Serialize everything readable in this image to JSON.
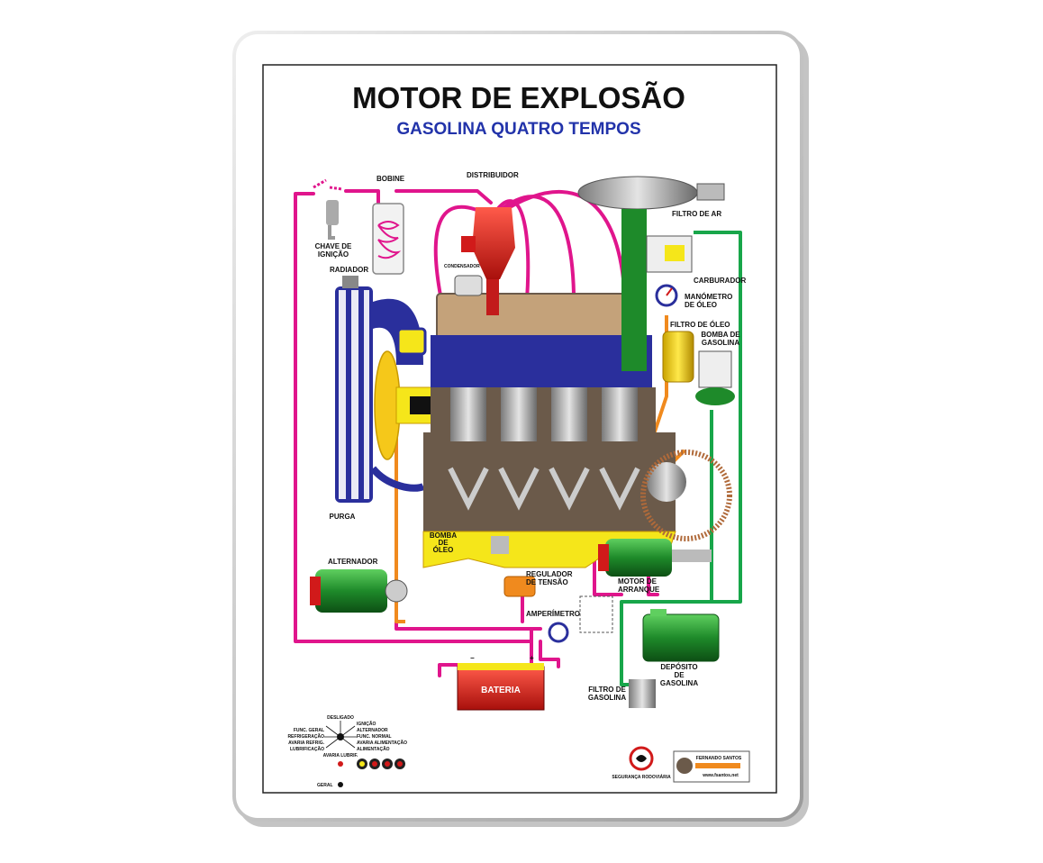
{
  "title": "MOTOR DE EXPLOSÃO",
  "subtitle": "GASOLINA   QUATRO TEMPOS",
  "labels": {
    "bobine": "BOBINE",
    "distribuidor": "DISTRIBUIDOR",
    "filtro_ar": "FILTRO DE AR",
    "chave_1": "CHAVE DE",
    "chave_2": "IGNIÇÃO",
    "condensador": "CONDENSADOR",
    "carburador": "CARBURADOR",
    "radiador": "RADIADOR",
    "manometro_1": "MANÓMETRO",
    "manometro_2": "DE ÓLEO",
    "filtro_oleo": "FILTRO DE ÓLEO",
    "bomba_gas_1": "BOMBA DE",
    "bomba_gas_2": "GASOLINA",
    "purga": "PURGA",
    "bomba_oleo_1": "BOMBA",
    "bomba_oleo_2": "DE",
    "bomba_oleo_3": "ÓLEO",
    "alternador": "ALTERNADOR",
    "regulador_1": "REGULADOR",
    "regulador_2": "DE TENSÃO",
    "motor_arranque_1": "MOTOR DE",
    "motor_arranque_2": "ARRANQUE",
    "amperimetro": "AMPERÍMETRO",
    "bateria": "BATERIA",
    "deposito_1": "DEPÓSITO",
    "deposito_2": "DE",
    "deposito_3": "GASOLINA",
    "filtro_gas_1": "FILTRO DE",
    "filtro_gas_2": "GASOLINA",
    "minus": "−",
    "plus": "+"
  },
  "dial": {
    "desligado": "DESLIGADO",
    "ignicao": "IGNIÇÃO",
    "func_geral": "FUNC. GERAL",
    "alternador": "ALTERNADOR",
    "refrigeracao": "REFRIGERAÇÃO",
    "func_normal": "FUNC. NORMAL",
    "avaria_refrig": "AVARIA REFRIG.",
    "avaria_alimentacao": "AVARIA ALIMENTAÇÃO",
    "lubrificacao": "LUBRIFICAÇÃO",
    "alimentacao": "ALIMENTAÇÃO",
    "avaria_lubrif": "AVARIA LUBRIF.",
    "geral": "GERAL"
  },
  "branding": {
    "logo_left_caption": "SEGURANÇA RODOVIÁRIA",
    "company": "FERNANDO SANTOS",
    "website": "www.fsantos.net"
  },
  "colors": {
    "ignition_wire": "#e0158c",
    "oil_line": "#f08a1e",
    "fuel_line": "#18a64a",
    "radiator": "#2a2f9c",
    "block": "#6b5a4a",
    "sump": "#f5e61a",
    "frame": "#c9c9c9"
  }
}
